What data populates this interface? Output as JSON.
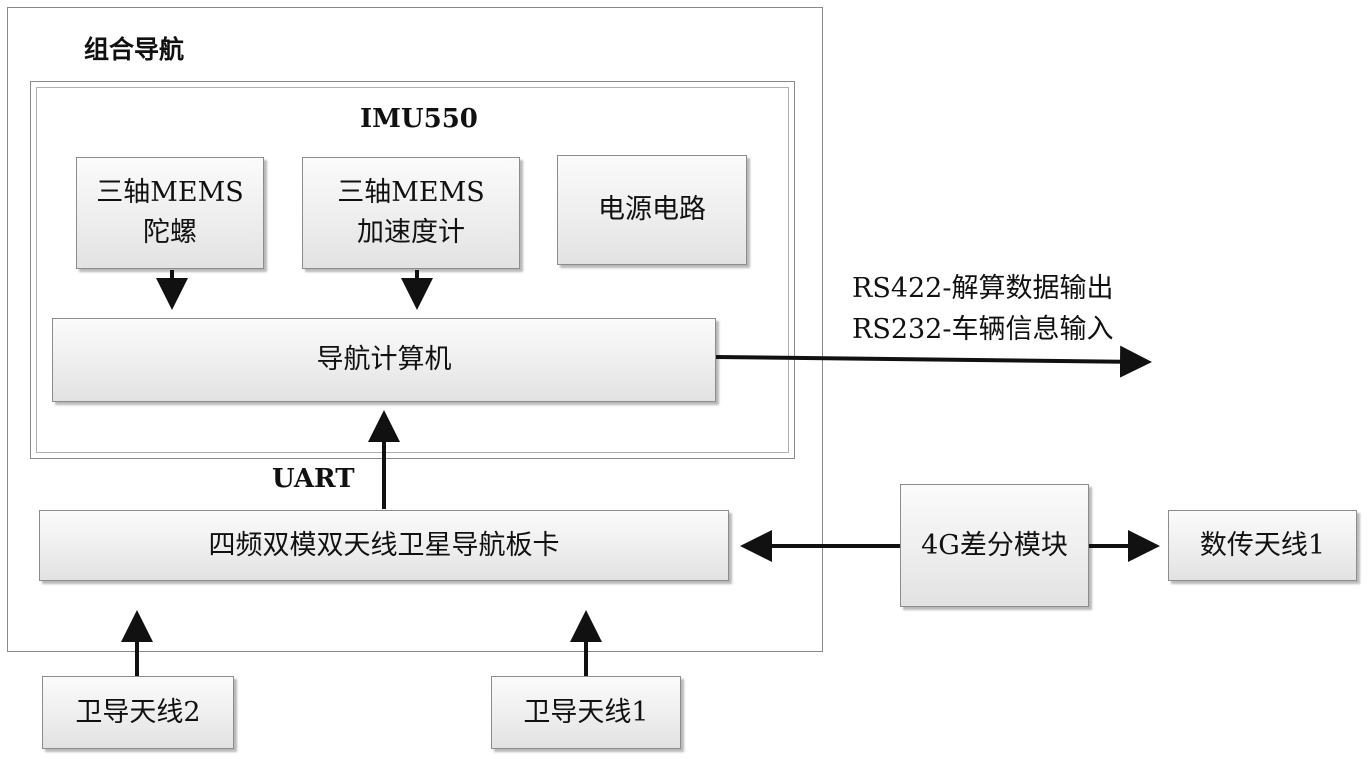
{
  "outer_title": "组合导航",
  "imu_title": "IMU550",
  "gyro": {
    "line1": "三轴MEMS",
    "line2": "陀螺"
  },
  "accel": {
    "line1": "三轴MEMS",
    "line2": "加速度计"
  },
  "power": "电源电路",
  "nav_computer": "导航计算机",
  "uart": "UART",
  "gnss_board": "四频双模双天线卫星导航板卡",
  "module_4g": "4G差分模块",
  "data_antenna": "数传天线1",
  "sat_antenna_2": "卫导天线2",
  "sat_antenna_1": "卫导天线1",
  "output_lines": [
    "RS422-解算数据输出",
    "RS232-车辆信息输入"
  ]
}
